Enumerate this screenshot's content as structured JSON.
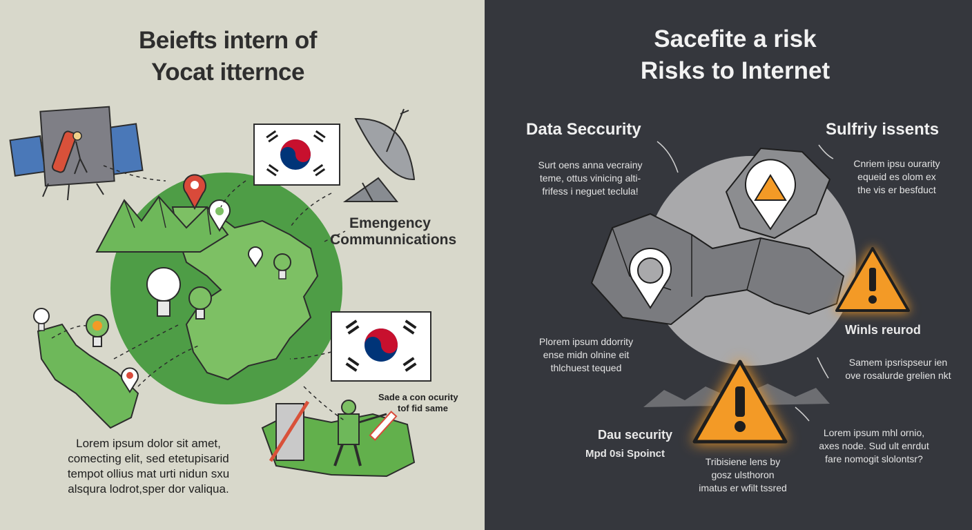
{
  "left": {
    "title": [
      "Beiefts intern of",
      "Yocat itternce"
    ],
    "emergency_label": [
      "Emengency",
      "Communnications"
    ],
    "security_label": [
      "Sade a con ocurity",
      "tof fid same"
    ],
    "body_text": [
      "Lorem ipsum dolor sit amet,",
      "comecting elit, sed etetupisarid",
      "tempot ollius mat urti nidun sxu",
      "alsqura lodrot,sper dor valiqua."
    ]
  },
  "right": {
    "title": [
      "Sacefite a risk",
      "Risks to Internet"
    ],
    "data_security_heading": "Data Seccurity",
    "data_security_text": [
      "Surt oens anna vecrainy",
      "teme, ottus vinicing alti-",
      "frifess i neguet teclula!"
    ],
    "sulfriy_heading": "Sulfriy issents",
    "sulfriy_text": [
      "Cnriem ipsu ourarity",
      "equeid es olom ex",
      "the vis er besfduct"
    ],
    "winls_label": "Winls reurod",
    "lorem_mid_text": [
      "Plorem ipsum ddorrity",
      "ense midn olnine eit",
      "thlchuest tequed"
    ],
    "samem_text": [
      "Samem ipsrispseur ien",
      "ove rosalurde grelien nkt"
    ],
    "dau_security_heading": "Dau security",
    "dau_security_sub": "Mpd 0si Spoinct",
    "tribisiene_text": [
      "Tribisiene lens by",
      "gosz ulsthoron",
      "imatus er wfilt tssred"
    ],
    "lorem_low_text": [
      "Lorem ipsum mhl ornio,",
      "axes node. Sud ult enrdut",
      "fare nomogit slolontsr?"
    ]
  },
  "colors": {
    "left_bg": "#d8d8cb",
    "right_bg": "#35373d",
    "green": "#4e9d46",
    "warning_orange": "#f39a26",
    "flag_red": "#c8102e",
    "flag_blue": "#003478"
  },
  "icons": [
    "satellite-icon",
    "satellite-dish-icon",
    "korea-flag-icon",
    "map-pin-icon",
    "lightbulb-icon",
    "warning-triangle-icon",
    "worker-figure-icon",
    "mountain-icon"
  ]
}
